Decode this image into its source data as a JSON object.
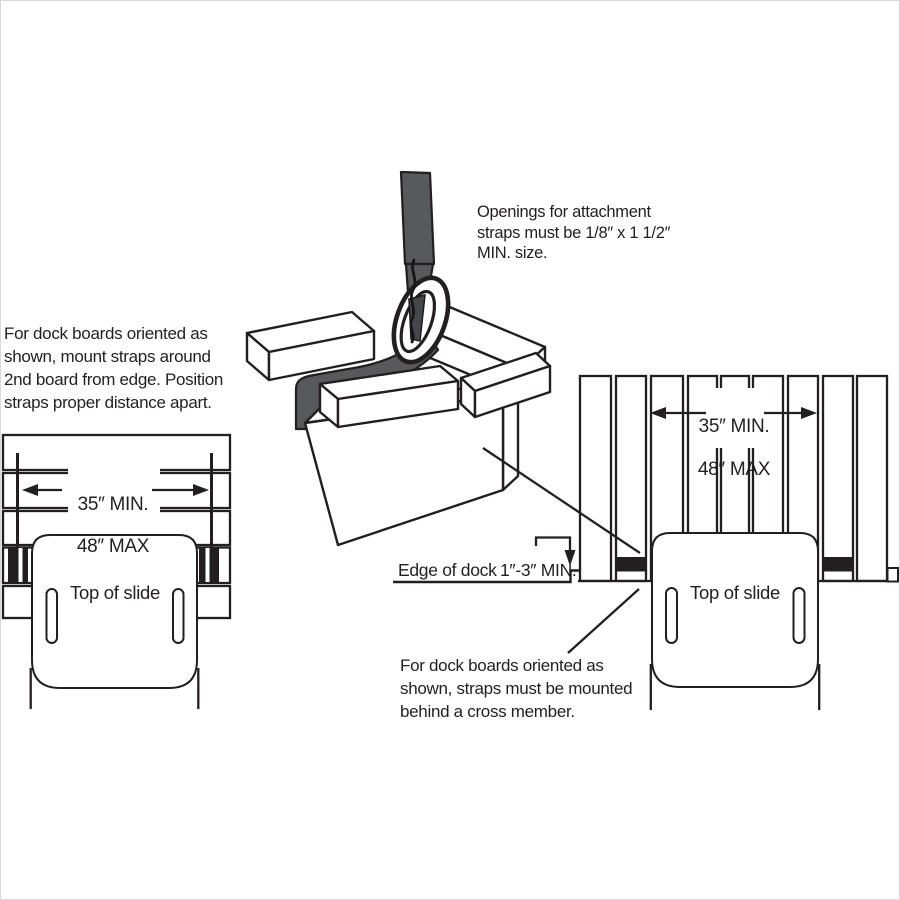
{
  "colors": {
    "line": "#231f20",
    "strap": "#58595b",
    "background": "#ffffff"
  },
  "illustration_3d": {
    "note": "Openings for attachment\nstraps must be 1/8″ x 1 1/2″\nMIN. size."
  },
  "left_diagram": {
    "note": "For dock boards oriented as\nshown, mount straps around\n2nd board from edge. Position\nstraps proper distance apart.",
    "dim_line1": "35″ MIN.",
    "dim_line2": "48″ MAX",
    "slide_label": "Top of slide"
  },
  "right_diagram": {
    "dim_line1": "35″ MIN.",
    "dim_line2": "48″ MAX",
    "slide_label": "Top of slide",
    "edge_of_dock_label": "Edge of dock",
    "edge_distance": "1″-3″ MIN.",
    "note": "For dock boards oriented as\nshown, straps must be mounted\nbehind a cross member."
  }
}
